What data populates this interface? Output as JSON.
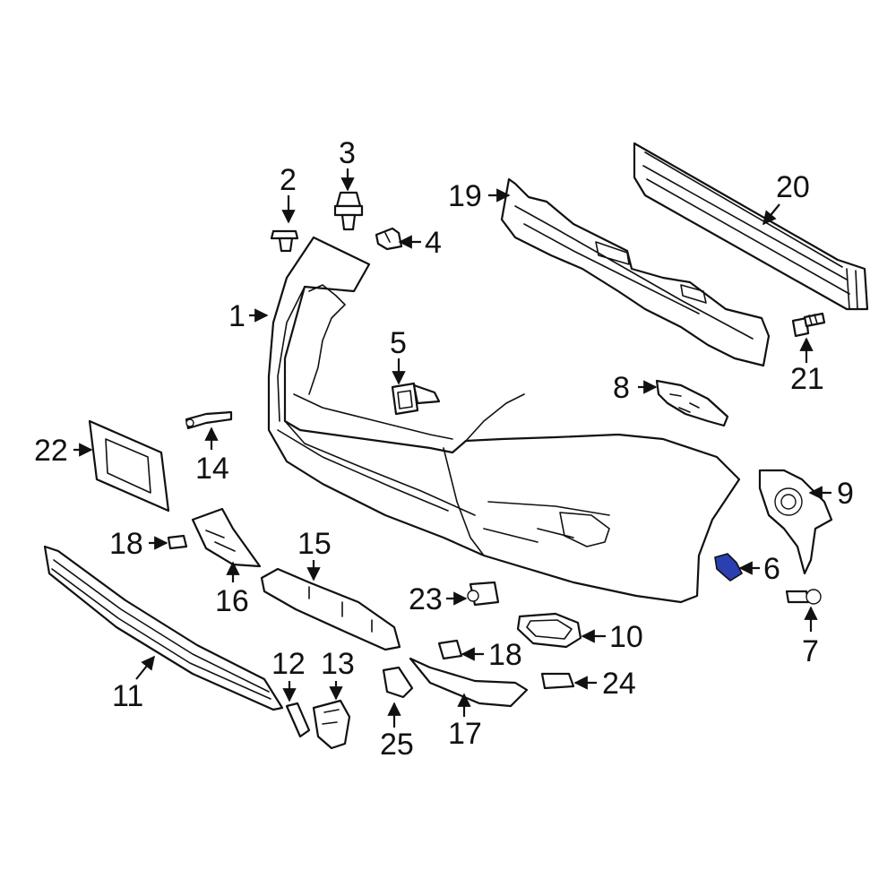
{
  "callouts": {
    "c1": "1",
    "c2": "2",
    "c3": "3",
    "c4": "4",
    "c5": "5",
    "c6": "6",
    "c7": "7",
    "c8": "8",
    "c9": "9",
    "c10": "10",
    "c11": "11",
    "c12": "12",
    "c13": "13",
    "c14": "14",
    "c15": "15",
    "c16": "16",
    "c17": "17",
    "c18a": "18",
    "c18b": "18",
    "c19": "19",
    "c20": "20",
    "c21": "21",
    "c22": "22",
    "c23": "23",
    "c24": "24",
    "c25": "25"
  },
  "colors": {
    "line": "#111111",
    "highlight": "#2a3fb0",
    "background": "#ffffff"
  },
  "highlighted_part": "6"
}
